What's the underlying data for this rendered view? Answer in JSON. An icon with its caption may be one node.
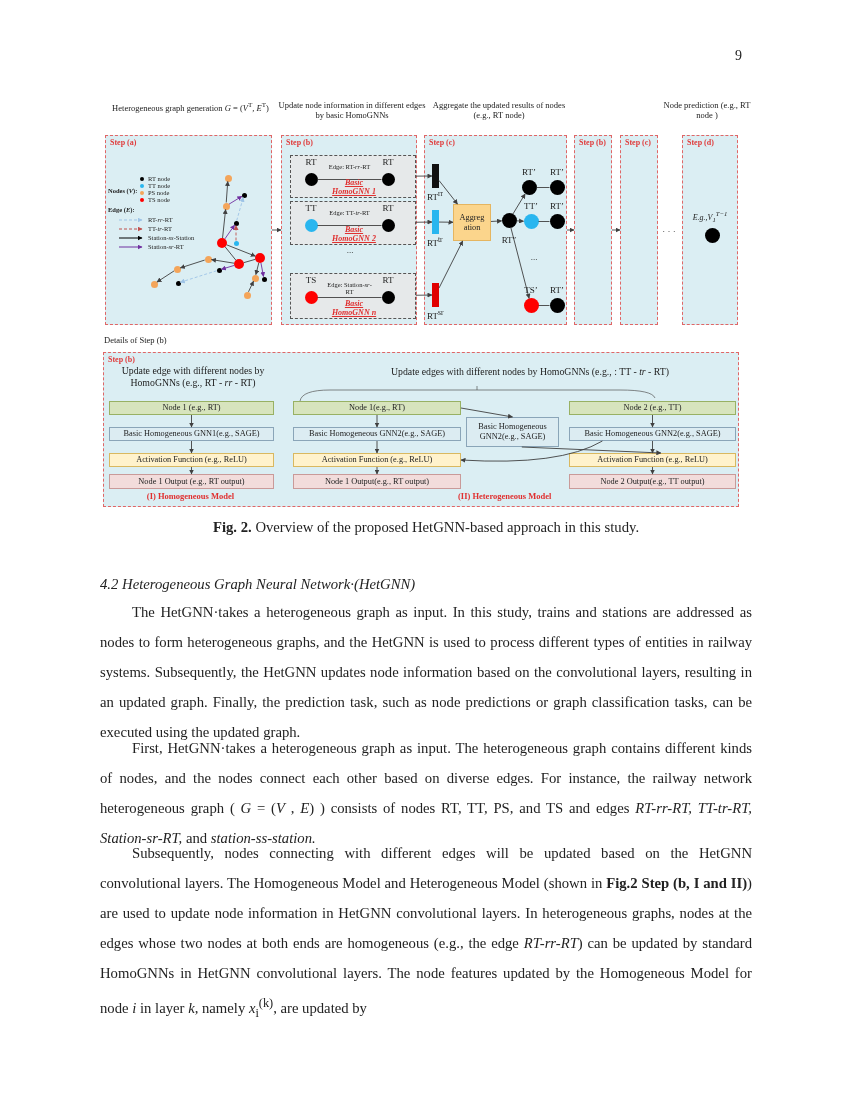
{
  "diagram": {
    "caption": "**Fig. 2.** Overview of the proposed HetGNN-based approach in this study.",
    "nodes": [
      {
        "text": [
          "Step (a)"
        ]
      },
      {
        "text": [],
        "shape": "circle",
        "in": 0
      },
      {
        "text": [],
        "shape": "circle",
        "in": 0
      },
      {
        "text": [],
        "shape": "circle",
        "in": 0
      },
      {
        "text": [],
        "shape": "circle",
        "in": 0
      },
      {
        "text": [],
        "shape": "circle",
        "in": 0
      },
      {
        "text": [],
        "shape": "circle",
        "in": 0
      },
      {
        "text": [],
        "shape": "circle",
        "in": 0
      },
      {
        "text": [],
        "shape": "circle",
        "in": 0
      },
      {
        "text": [],
        "shape": "circle",
        "in": 0
      },
      {
        "text": [],
        "shape": "circle",
        "in": 0
      },
      {
        "text": [],
        "shape": "circle",
        "in": 0
      },
      {
        "text": [],
        "shape": "circle",
        "in": 0
      },
      {
        "text": [],
        "shape": "circle",
        "in": 0
      },
      {
        "text": [],
        "shape": "circle",
        "in": 0
      },
      {
        "text": [],
        "shape": "circle",
        "in": 0
      },
      {
        "text": [],
        "shape": "circle",
        "in": 0
      },
      {
        "text": [
          "Step (b)"
        ]
      },
      {
        "text": [
          "Basic HomoGNN 1"
        ],
        "in": 17
      },
      {
        "text": [
          "RT"
        ],
        "in": 18
      },
      {
        "text": [
          "RT"
        ],
        "in": 18
      },
      {
        "text": [
          "Basic HomoGNN 2"
        ],
        "in": 17
      },
      {
        "text": [
          "TT"
        ],
        "in": 21
      },
      {
        "text": [
          "RT"
        ],
        "in": 21
      },
      {
        "text": [
          "Basic HomoGNN n"
        ],
        "in": 17
      },
      {
        "text": [
          "TS"
        ],
        "in": 24
      },
      {
        "text": [
          "RT"
        ],
        "in": 24
      },
      {
        "text": [
          "Step (c)"
        ]
      },
      {
        "text": [
          "RT$^{rr}$"
        ],
        "in": 27
      },
      {
        "text": [
          "RT$^{tr}$"
        ],
        "in": 27
      },
      {
        "text": [
          "RT$^{sr}$"
        ],
        "in": 27
      },
      {
        "text": [
          "Aggreg ation"
        ],
        "in": 27
      },
      {
        "text": [
          "RT″"
        ],
        "in": 27
      },
      {
        "text": [
          "RT’"
        ],
        "in": 27
      },
      {
        "text": [
          "RT’"
        ],
        "in": 27
      },
      {
        "text": [
          "TT’"
        ],
        "in": 27
      },
      {
        "text": [
          "RT’"
        ],
        "in": 27
      },
      {
        "text": [
          "TS’"
        ],
        "in": 27
      },
      {
        "text": [
          "RT’"
        ],
        "in": 27
      },
      {
        "text": [
          "Step (b)"
        ]
      },
      {
        "text": [
          "Step (c)"
        ]
      },
      {
        "text": [
          "Step (d)",
          "*E.g.,V*$_{1}$$^{T−1}$"
        ]
      },
      {
        "text": [],
        "shape": "circle",
        "in": 41
      },
      {
        "text": [
          "Step (b)"
        ]
      },
      {
        "text": [
          "Node 1 (e.g., RT)"
        ],
        "in": 43
      },
      {
        "text": [
          "Basic Homogeneous GNN1(e.g., SAGE)"
        ],
        "in": 43
      },
      {
        "text": [
          "Activation Function (e.g., ReLU)"
        ],
        "in": 43
      },
      {
        "text": [
          "Node 1 Output (e.g., RT output)"
        ],
        "in": 43
      },
      {
        "text": [
          "Node 1(e.g., RT)"
        ],
        "in": 43
      },
      {
        "text": [
          "Basic Homogeneous GNN2(e.g., SAGE)"
        ],
        "in": 43
      },
      {
        "text": [
          "Activation Function (e.g., ReLU)"
        ],
        "in": 43
      },
      {
        "text": [
          "Node 1 Output(e.g., RT output)"
        ],
        "in": 43
      },
      {
        "text": [
          "Basic Homogeneous GNN2(e.g., SAGE)"
        ],
        "in": 43
      },
      {
        "text": [
          "Node 2 (e.g., TT)"
        ],
        "in": 43
      },
      {
        "text": [
          "Basic Homogeneous GNN2(e.g., SAGE)"
        ],
        "in": 43
      },
      {
        "text": [
          "Activation Function (e.g., ReLU)"
        ],
        "in": 43
      },
      {
        "text": [
          "Node 2 Output(e.g., TT output)"
        ],
        "in": 43
      }
    ],
    "edges": [
      {
        "from": 3,
        "to": 1,
        "arrow": "to"
      },
      {
        "from": 3,
        "to": 2,
        "arrow": "to",
        "color": "#7030a0"
      },
      {
        "from": 4,
        "to": 2,
        "arrow": "to",
        "style": "dashed",
        "color": "#9dc3e6"
      },
      {
        "from": 5,
        "to": 3,
        "arrow": "to"
      },
      {
        "from": 5,
        "to": 4,
        "arrow": "to",
        "color": "#7030a0"
      },
      {
        "from": 6,
        "to": 4,
        "arrow": "to",
        "style": "dashed",
        "color": "#c0504d"
      },
      {
        "from": 5,
        "to": 9,
        "arrow": "none"
      },
      {
        "from": 5,
        "to": 7,
        "arrow": "to"
      },
      {
        "from": 9,
        "to": 7,
        "arrow": "none"
      },
      {
        "from": 9,
        "to": 8,
        "arrow": "to"
      },
      {
        "from": 8,
        "to": 10,
        "arrow": "to"
      },
      {
        "from": 10,
        "to": 15,
        "arrow": "to"
      },
      {
        "from": 9,
        "to": 11,
        "arrow": "to",
        "color": "#7030a0"
      },
      {
        "from": 11,
        "to": 14,
        "arrow": "to",
        "style": "dashed",
        "color": "#9dc3e6"
      },
      {
        "from": 7,
        "to": 12,
        "arrow": "to"
      },
      {
        "from": 16,
        "to": 12,
        "arrow": "to"
      },
      {
        "from": 7,
        "to": 13,
        "arrow": "to",
        "color": "#7030a0"
      },
      {
        "from": 0,
        "to": 17,
        "arrow": "to"
      },
      {
        "from": 19,
        "to": 20,
        "arrow": "none",
        "label": "Edge: RT-*rr*-RT"
      },
      {
        "from": 22,
        "to": 23,
        "arrow": "none",
        "label": "Edge: TT-*tr*-RT"
      },
      {
        "from": 25,
        "to": 26,
        "arrow": "none",
        "label": "Edge: Station-*sr*-RT"
      },
      {
        "from": 18,
        "to": 28,
        "arrow": "to"
      },
      {
        "from": 21,
        "to": 29,
        "arrow": "to"
      },
      {
        "from": 24,
        "to": 30,
        "arrow": "to"
      },
      {
        "from": 28,
        "to": 31,
        "arrow": "to"
      },
      {
        "from": 29,
        "to": 31,
        "arrow": "to"
      },
      {
        "from": 30,
        "to": 31,
        "arrow": "to"
      },
      {
        "from": 31,
        "to": 32,
        "arrow": "to"
      },
      {
        "from": 32,
        "to": 33,
        "arrow": "to"
      },
      {
        "from": 32,
        "to": 35,
        "arrow": "to"
      },
      {
        "from": 32,
        "to": 37,
        "arrow": "to"
      },
      {
        "from": 33,
        "to": 34,
        "arrow": "none"
      },
      {
        "from": 35,
        "to": 36,
        "arrow": "none"
      },
      {
        "from": 37,
        "to": 38,
        "arrow": "none"
      },
      {
        "from": 27,
        "to": 39,
        "arrow": "to"
      },
      {
        "from": 39,
        "to": 40,
        "arrow": "to"
      },
      {
        "from": 44,
        "to": 45,
        "arrow": "to"
      },
      {
        "from": 45,
        "to": 46,
        "arrow": "to"
      },
      {
        "from": 46,
        "to": 47,
        "arrow": "to"
      },
      {
        "from": 48,
        "to": 49,
        "arrow": "to"
      },
      {
        "from": 49,
        "to": 50,
        "arrow": "to"
      },
      {
        "from": 50,
        "to": 51,
        "arrow": "to"
      },
      {
        "from": 48,
        "to": 52,
        "arrow": "to"
      },
      {
        "from": 52,
        "to": 55,
        "arrow": "to"
      },
      {
        "from": 54,
        "to": 50,
        "arrow": "to"
      },
      {
        "from": 53,
        "to": 54,
        "arrow": "to"
      },
      {
        "from": 54,
        "to": 55,
        "arrow": "to"
      },
      {
        "from": 55,
        "to": 56,
        "arrow": "to"
      }
    ],
    "labels": [
      "9",
      "Heterogeneous graph generation *G* = (*V*$^{T}$, *E*$^{T}$)",
      "Update node information in different edges by basic HomoGNNs",
      "Aggregate the updated results of nodes (e.g., RT node)",
      "Node prediction (e.g., RT node )",
      "Nodes (*V*):",
      "Edge (*E*):",
      "...",
      "...",
      "· · ·",
      "Details of Step (b)",
      "Update edge with different nodes by HomoGNNs (e.g., RT - *rr* - RT)",
      "Update edges with different nodes by HomoGNNs (e.g., : TT - *tr* - RT)",
      "(I) Homogeneous Model",
      "(II) Heterogeneous Model",
      "4.2 Heterogeneous Graph Neural Network·(HetGNN)",
      "The HetGNN·takes a heterogeneous graph as input. In this study, trains and stations are addressed as nodes to form heterogeneous graphs, and the HetGNN is used to process different types of entities in railway systems. Subsequently, the HetGNN updates node information based on the convolutional layers, resulting in an updated graph. Finally, the prediction task, such as node predictions or graph classification tasks, can be executed using the updated graph.",
      "First, HetGNN·takes a heterogeneous graph as input. The heterogeneous graph contains different kinds of nodes, and the nodes connect each other based on diverse edges. For instance, the railway network heterogeneous graph ( *G* = (*V* , *E*) ) consists of nodes RT, TT, PS, and TS and edges *RT-rr-RT, TT-tr-RT, Station-sr-RT,* and *station-ss-station.*",
      "Subsequently, nodes connecting with different edges will be updated based on the HetGNN convolutional layers. The Homogeneous Model and Heterogeneous Model (shown in **Fig.2 Step (b, I and II)**) are used to update node information in HetGNN convolutional layers. In heterogeneous graphs, nodes at the edges whose two nodes at both ends are homogeneous (e.g., the edge *RT-rr-RT*) can be updated by standard HomoGNNs in HetGNN convolutional layers. The node features updated by the Homogeneous Model for node *i* in layer *k*, namely *x*$_{i}$$^{(k)}$, are updated by"
    ],
    "legend": [
      {
        "text": "RT node",
        "color": "#000000"
      },
      {
        "text": "TT node",
        "color": "#29b6ef"
      },
      {
        "text": "PS node",
        "color": "#f4a55a"
      },
      {
        "text": "TS node",
        "color": "#ff0000"
      },
      {
        "text": "RT-*rr*-RT"
      },
      {
        "text": "TT-*tr*-RT"
      },
      {
        "text": "Station-*ss*-Station"
      },
      {
        "text": "Station-*sr*-RT"
      }
    ]
  }
}
